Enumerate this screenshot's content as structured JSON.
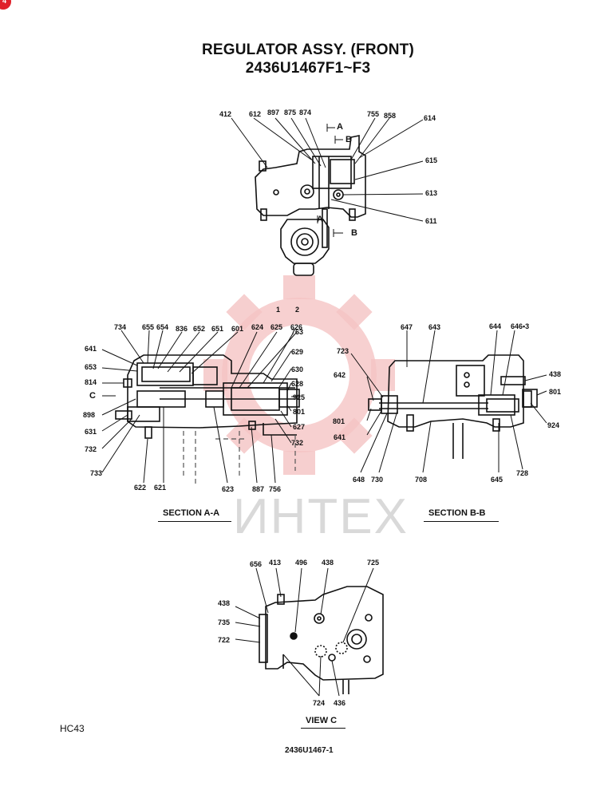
{
  "header": {
    "title": "REGULATOR ASSY. (FRONT)",
    "part_range": "2436U1467F1~F3"
  },
  "watermark": {
    "text": "ИНТЕХ",
    "color": "#f2b8b8"
  },
  "corner_badge": {
    "text": "4",
    "color": "#e0202a"
  },
  "sections": {
    "a_a": "SECTION A-A",
    "b_b": "SECTION B-B",
    "view_c": "VIEW C"
  },
  "markers": {
    "a": "A",
    "b": "B",
    "c": "C",
    "n1": "1",
    "n2": "2"
  },
  "labels_top": [
    "412",
    "612",
    "897",
    "875",
    "874",
    "755",
    "858",
    "614",
    "615",
    "613",
    "611"
  ],
  "labels_aa": [
    "734",
    "655",
    "654",
    "836",
    "652",
    "651",
    "601",
    "624",
    "625",
    "626",
    "763",
    "641",
    "653",
    "814",
    "898",
    "631",
    "732",
    "733",
    "622",
    "621",
    "623",
    "887",
    "756",
    "732",
    "627",
    "801",
    "925",
    "628",
    "630",
    "629"
  ],
  "labels_bb": [
    "647",
    "643",
    "644",
    "646•3",
    "723",
    "642",
    "801",
    "641",
    "648",
    "730",
    "708",
    "645",
    "728",
    "924",
    "801",
    "438"
  ],
  "labels_vc": [
    "656",
    "413",
    "496",
    "438",
    "725",
    "438",
    "735",
    "722",
    "724",
    "436"
  ],
  "footer": {
    "left_code": "HC43",
    "drawing_no": "2436U1467-1"
  }
}
